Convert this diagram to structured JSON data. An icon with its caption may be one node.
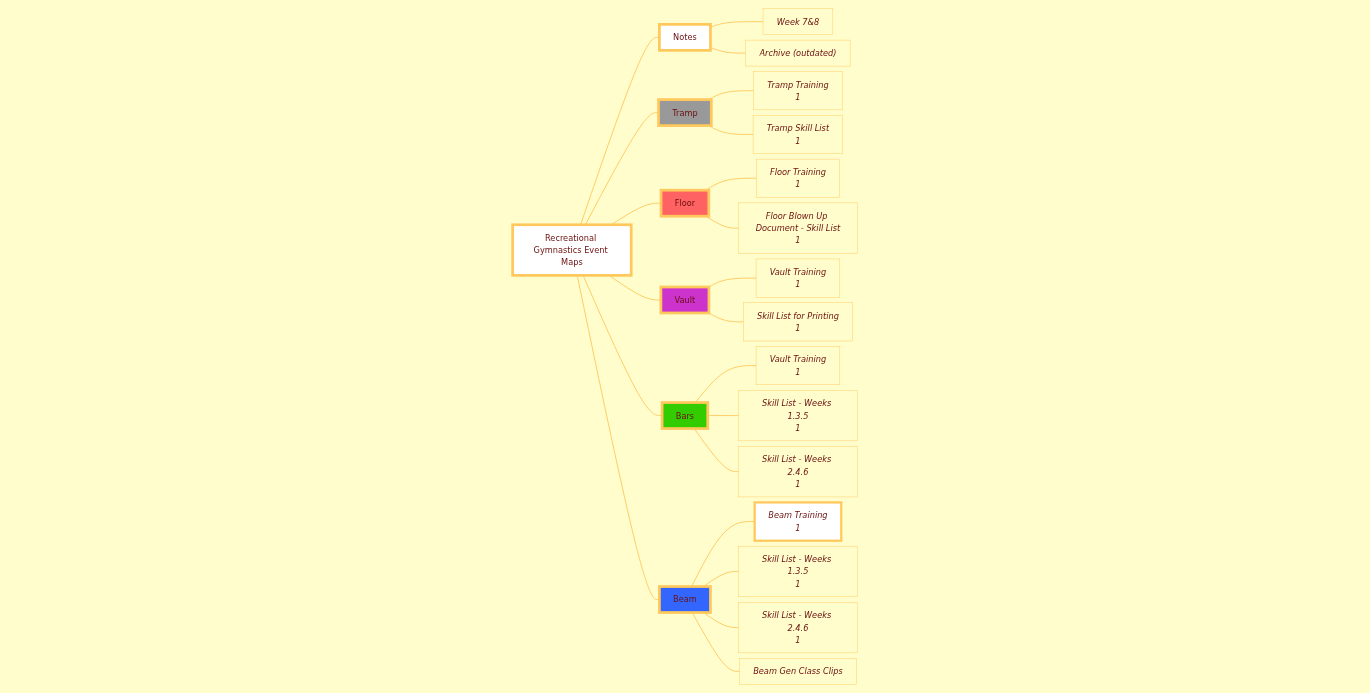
{
  "diagram": {
    "nodes": [
      {
        "text": [
          "Recreational Gymnastics Event Maps"
        ]
      },
      {
        "text": [
          "Notes"
        ]
      },
      {
        "text": [
          "Week 7&8"
        ]
      },
      {
        "text": [
          "Archive (outdated)"
        ]
      },
      {
        "text": [
          "Tramp"
        ]
      },
      {
        "text": [
          "Tramp Training",
          "1"
        ]
      },
      {
        "text": [
          "Tramp Skill List",
          "1"
        ]
      },
      {
        "text": [
          "Floor"
        ]
      },
      {
        "text": [
          "Floor Training",
          "1"
        ]
      },
      {
        "text": [
          "Floor Blown Up Document - Skill List",
          "1"
        ]
      },
      {
        "text": [
          "Vault"
        ]
      },
      {
        "text": [
          "Vault Training",
          "1"
        ]
      },
      {
        "text": [
          "Skill List for Printing",
          "1"
        ]
      },
      {
        "text": [
          "Bars"
        ]
      },
      {
        "text": [
          "Vault Training",
          "1"
        ]
      },
      {
        "text": [
          "Skill List - Weeks 1.3.5",
          "1"
        ]
      },
      {
        "text": [
          "Skill List - Weeks 2.4.6",
          "1"
        ]
      },
      {
        "text": [
          "Beam"
        ]
      },
      {
        "text": [
          "Beam Training",
          "1"
        ]
      },
      {
        "text": [
          "Skill List - Weeks 1.3.5",
          "1"
        ]
      },
      {
        "text": [
          "Skill List - Weeks 2.4.6",
          "1"
        ]
      },
      {
        "text": [
          "Beam Gen Class Clips"
        ]
      }
    ],
    "edges": [
      {
        "from": 0,
        "to": 1,
        "arrow": "none"
      },
      {
        "from": 1,
        "to": 2,
        "arrow": "none"
      },
      {
        "from": 1,
        "to": 3,
        "arrow": "none"
      },
      {
        "from": 0,
        "to": 4,
        "arrow": "none"
      },
      {
        "from": 4,
        "to": 5,
        "arrow": "none"
      },
      {
        "from": 4,
        "to": 6,
        "arrow": "none"
      },
      {
        "from": 0,
        "to": 7,
        "arrow": "none"
      },
      {
        "from": 7,
        "to": 8,
        "arrow": "none"
      },
      {
        "from": 7,
        "to": 9,
        "arrow": "none"
      },
      {
        "from": 0,
        "to": 10,
        "arrow": "none"
      },
      {
        "from": 10,
        "to": 11,
        "arrow": "none"
      },
      {
        "from": 10,
        "to": 12,
        "arrow": "none"
      },
      {
        "from": 0,
        "to": 13,
        "arrow": "none"
      },
      {
        "from": 13,
        "to": 14,
        "arrow": "none"
      },
      {
        "from": 13,
        "to": 15,
        "arrow": "none"
      },
      {
        "from": 13,
        "to": 16,
        "arrow": "none"
      },
      {
        "from": 0,
        "to": 17,
        "arrow": "none"
      },
      {
        "from": 17,
        "to": 18,
        "arrow": "none"
      },
      {
        "from": 17,
        "to": 19,
        "arrow": "none"
      },
      {
        "from": 17,
        "to": 20,
        "arrow": "none"
      },
      {
        "from": 17,
        "to": 21,
        "arrow": "none"
      }
    ]
  }
}
